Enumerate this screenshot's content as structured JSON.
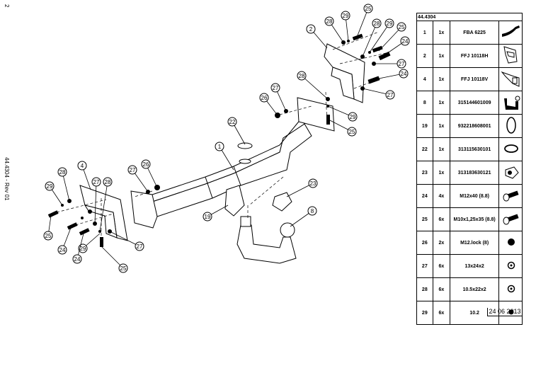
{
  "sheet": {
    "page_number": "2",
    "drawing_ref": "44.4304 - Rev 01",
    "date": "24 06 2013"
  },
  "diagram": {
    "callouts": [
      "2",
      "28",
      "29",
      "25",
      "28",
      "29",
      "25",
      "24",
      "27",
      "24",
      "27",
      "28",
      "27",
      "26",
      "29",
      "25",
      "22",
      "1",
      "4",
      "28",
      "27",
      "28",
      "29",
      "27",
      "26",
      "25",
      "24",
      "29",
      "24",
      "27",
      "25",
      "19",
      "23",
      "8"
    ]
  },
  "parts_table": {
    "title": "44.4304",
    "rows": [
      {
        "pos": "1",
        "qty": "1x",
        "code": "FBA 6225",
        "icon": "crossbar-icon"
      },
      {
        "pos": "2",
        "qty": "1x",
        "code": "FFJ 10118H",
        "icon": "bracket-right-icon"
      },
      {
        "pos": "4",
        "qty": "1x",
        "code": "FFJ 10118V",
        "icon": "bracket-left-icon"
      },
      {
        "pos": "8",
        "qty": "1x",
        "code": "315144601009",
        "icon": "towball-icon"
      },
      {
        "pos": "19",
        "qty": "1x",
        "code": "932218608001",
        "icon": "socket-plate-icon"
      },
      {
        "pos": "22",
        "qty": "1x",
        "code": "313115630101",
        "icon": "cap-icon"
      },
      {
        "pos": "23",
        "qty": "1x",
        "code": "313183630121",
        "icon": "socket-icon"
      },
      {
        "pos": "24",
        "qty": "4x",
        "code": "M12x40 (8.8)",
        "icon": "bolt-icon"
      },
      {
        "pos": "25",
        "qty": "6x",
        "code": "M10x1,25x35 (8.8)",
        "icon": "bolt-icon"
      },
      {
        "pos": "26",
        "qty": "2x",
        "code": "M12.lock (8)",
        "icon": "nut-icon"
      },
      {
        "pos": "27",
        "qty": "6x",
        "code": "13x24x2",
        "icon": "washer-icon"
      },
      {
        "pos": "28",
        "qty": "6x",
        "code": "10.5x22x2",
        "icon": "washer-icon"
      },
      {
        "pos": "29",
        "qty": "6x",
        "code": "10.2",
        "icon": "small-washer-icon"
      }
    ]
  }
}
